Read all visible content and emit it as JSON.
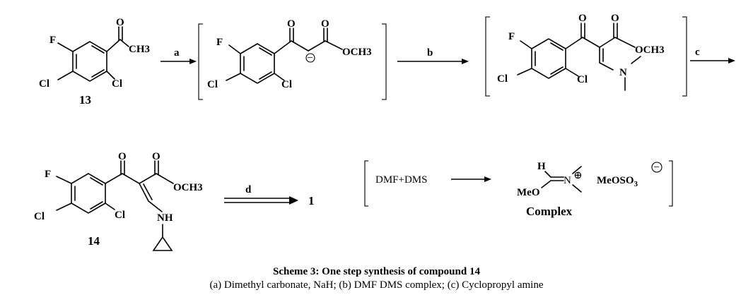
{
  "scheme": {
    "compound_13": {
      "label": "13",
      "atoms": {
        "F": "F",
        "Cl1": "Cl",
        "Cl2": "Cl",
        "O": "O",
        "CH3": "CH3"
      }
    },
    "step_a": {
      "label": "a"
    },
    "intermediate_enolate": {
      "atoms": {
        "F": "F",
        "Cl1": "Cl",
        "Cl2": "Cl",
        "O1": "O",
        "O2": "O",
        "OCH3": "OCH3"
      },
      "charge": "−"
    },
    "step_b": {
      "label": "b"
    },
    "intermediate_enamine": {
      "atoms": {
        "F": "F",
        "Cl1": "Cl",
        "Cl2": "Cl",
        "O1": "O",
        "O2": "O",
        "OCH3": "OCH3",
        "N": "N"
      }
    },
    "step_c": {
      "label": "c"
    },
    "compound_14": {
      "label": "14",
      "atoms": {
        "F": "F",
        "Cl1": "Cl",
        "Cl2": "Cl",
        "O1": "O",
        "O2": "O",
        "OCH3": "OCH3",
        "NH": "NH"
      }
    },
    "step_d": {
      "label": "d"
    },
    "product": {
      "label": "1"
    },
    "complex_box": {
      "reactants": "DMF+DMS",
      "H": "H",
      "N": "N",
      "plus": "⊕",
      "counterion": "MeOSO",
      "counterion_sub": "3",
      "minus": "−",
      "MeO": "MeO",
      "label": "Complex"
    }
  },
  "caption": {
    "title": "Scheme 3: One step synthesis of compound 14",
    "conditions": "(a) Dimethyl carbonate, NaH; (b) DMF DMS complex; (c) Cyclopropyl amine"
  }
}
